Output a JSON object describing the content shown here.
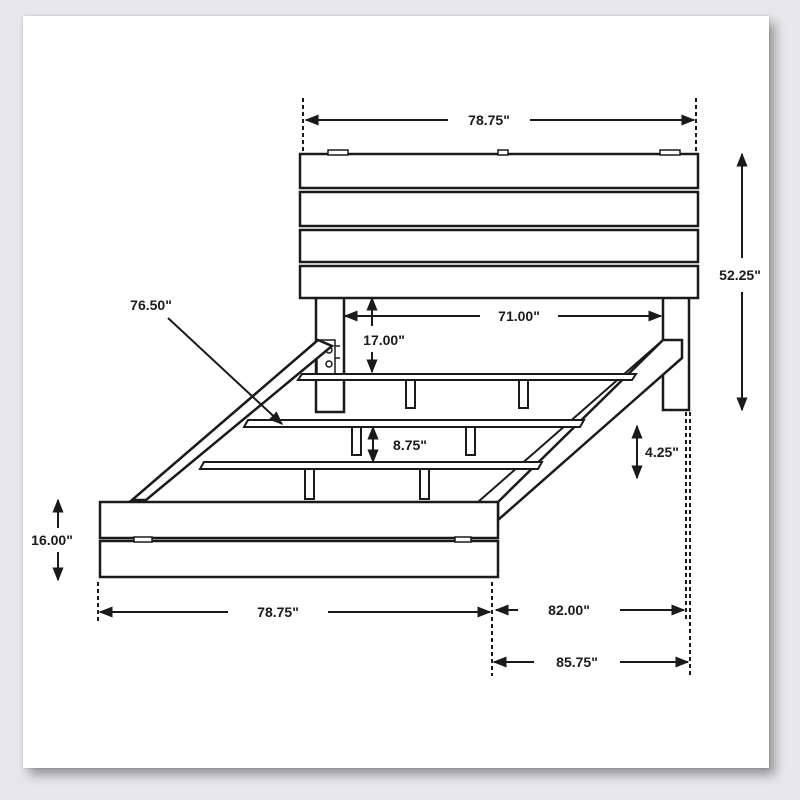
{
  "diagram": {
    "dimensions": {
      "headboard_width": "78.75\"",
      "headboard_height": "52.25\"",
      "inner_width": "71.00\"",
      "leg_clearance": "17.00\"",
      "diagonal_length": "76.50\"",
      "slat_spacing": "8.75\"",
      "rail_height": "4.25\"",
      "footboard_height": "16.00\"",
      "footboard_width": "78.75\"",
      "inner_length": "82.00\"",
      "overall_length": "85.75\""
    },
    "colors": {
      "line": "#1a1a1a",
      "paper": "#ffffff",
      "background": "#e7e7ea"
    }
  }
}
